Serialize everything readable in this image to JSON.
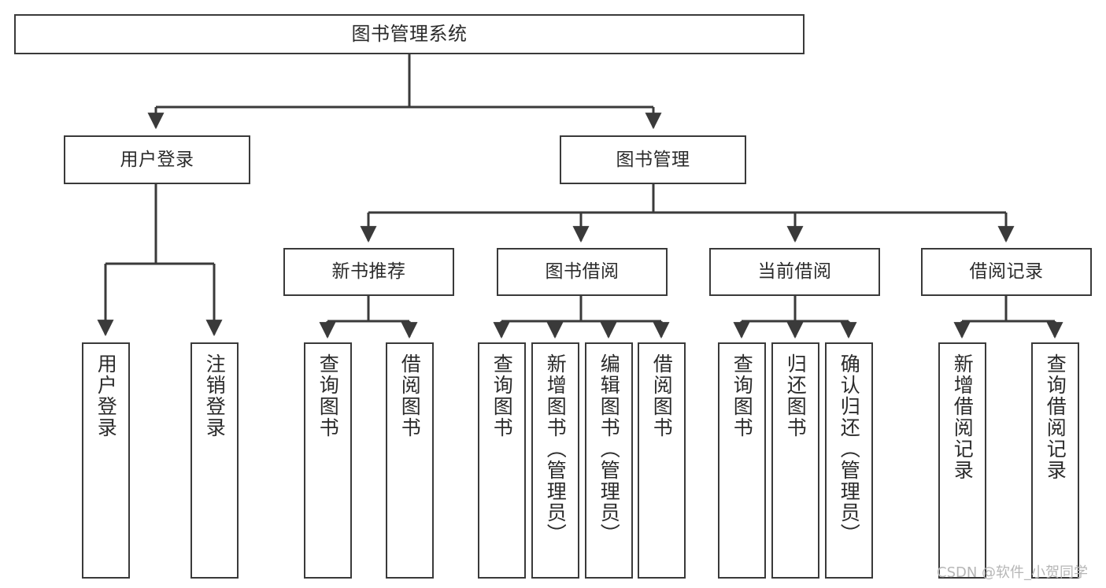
{
  "diagram": {
    "title": "图书管理系统",
    "watermark": "CSDN @软件_小贺同学",
    "colors": {
      "stroke": "#3a3a3a",
      "text": "#2b2b2b",
      "background": "#ffffff",
      "watermark": "#b6b6b6"
    },
    "nodes": {
      "root": "图书管理系统",
      "user_login": "用户登录",
      "book_manage": "图书管理",
      "new_book_rec": "新书推荐",
      "book_borrow": "图书借阅",
      "current_borrow": "当前借阅",
      "borrow_record": "借阅记录",
      "leaf_user_login": "用户登录",
      "leaf_user_logout": "注销登录",
      "leaf_rec_query": "查询图书",
      "leaf_rec_borrow": "借阅图书",
      "leaf_borrow_query": "查询图书",
      "leaf_borrow_add": "新增图书（管理员）",
      "leaf_borrow_edit": "编辑图书（管理员）",
      "leaf_borrow_lend": "借阅图书",
      "leaf_cur_query": "查询图书",
      "leaf_cur_return": "归还图书",
      "leaf_cur_confirm": "确认归还（管理员）",
      "leaf_rec_add": "新增借阅记录",
      "leaf_rec_search": "查询借阅记录"
    }
  }
}
